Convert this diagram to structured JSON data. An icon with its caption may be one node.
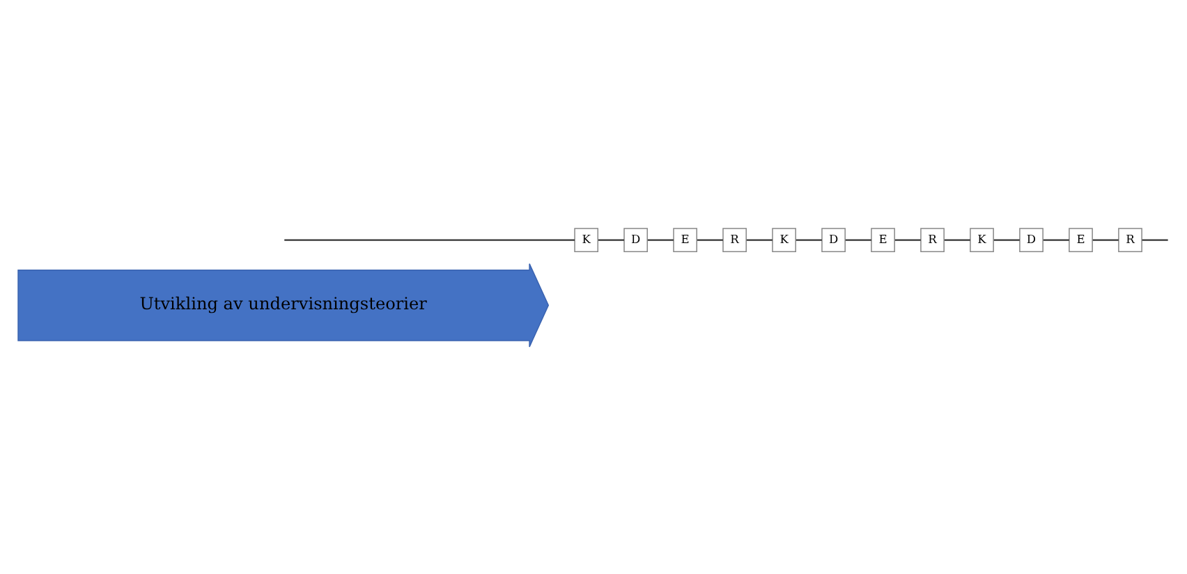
{
  "diagram": {
    "nodes": [
      {
        "text": [
          "Utvikling av undervisningsteorier"
        ]
      },
      {
        "text": [
          "K"
        ]
      },
      {
        "text": [
          "D"
        ]
      },
      {
        "text": [
          "E"
        ]
      },
      {
        "text": [
          "R"
        ]
      },
      {
        "text": [
          "K"
        ]
      },
      {
        "text": [
          "D"
        ]
      },
      {
        "text": [
          "E"
        ]
      },
      {
        "text": [
          "R"
        ]
      },
      {
        "text": [
          "K"
        ]
      },
      {
        "text": [
          "D"
        ]
      },
      {
        "text": [
          "E"
        ]
      },
      {
        "text": [
          "R"
        ]
      }
    ],
    "edges": [
      {
        "from": null,
        "to": 1,
        "arrow": "none"
      },
      {
        "from": 1,
        "to": 2,
        "arrow": "none"
      },
      {
        "from": 2,
        "to": 3,
        "arrow": "none"
      },
      {
        "from": 3,
        "to": 4,
        "arrow": "none"
      },
      {
        "from": 4,
        "to": 5,
        "arrow": "none"
      },
      {
        "from": 5,
        "to": 6,
        "arrow": "none"
      },
      {
        "from": 6,
        "to": 7,
        "arrow": "none"
      },
      {
        "from": 7,
        "to": 8,
        "arrow": "none"
      },
      {
        "from": 8,
        "to": 9,
        "arrow": "none"
      },
      {
        "from": 9,
        "to": 10,
        "arrow": "none"
      },
      {
        "from": 10,
        "to": 11,
        "arrow": "none"
      },
      {
        "from": 11,
        "to": 12,
        "arrow": "none"
      },
      {
        "from": 12,
        "to": null,
        "arrow": "none"
      }
    ]
  }
}
